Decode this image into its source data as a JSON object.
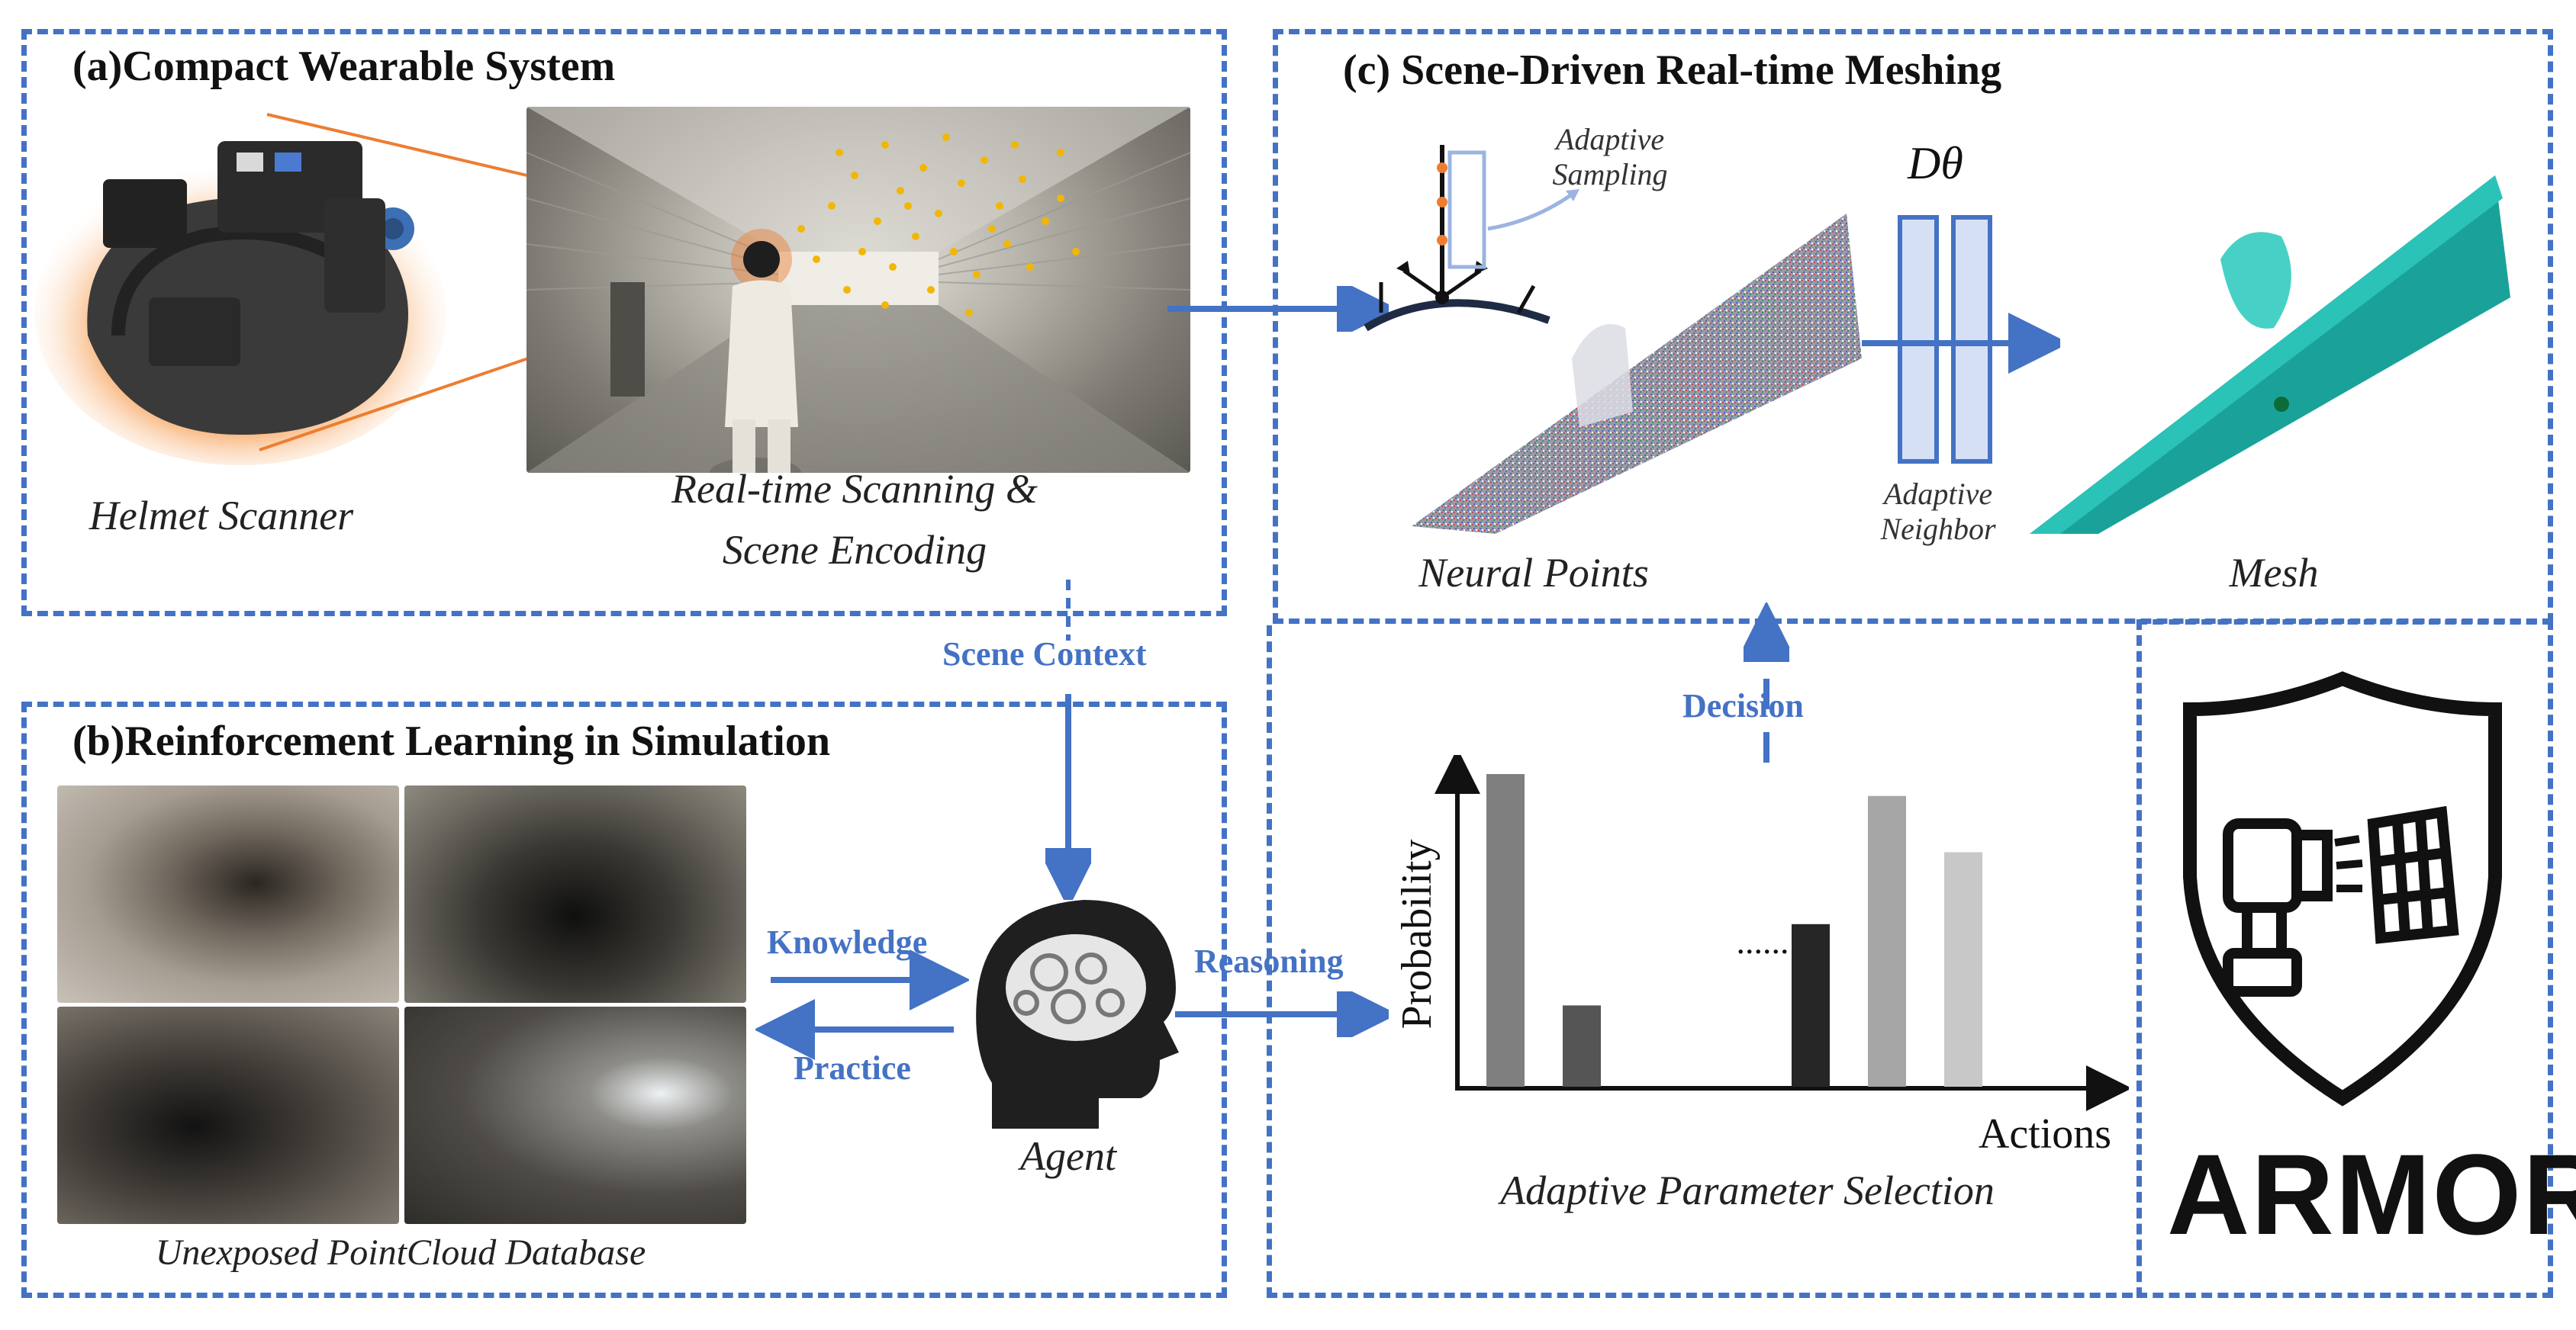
{
  "panels": {
    "a": {
      "title": "(a)Compact Wearable System",
      "helmet_caption": "Helmet Scanner",
      "scan_caption_line1": "Real-time Scanning &",
      "scan_caption_line2": "Scene Encoding"
    },
    "b": {
      "title": "(b)Reinforcement Learning in Simulation",
      "database_caption": "Unexposed PointCloud Database",
      "knowledge_label": "Knowledge",
      "practice_label": "Practice",
      "agent_caption": "Agent"
    },
    "c": {
      "title": "(c) Scene-Driven Real-time Meshing",
      "adaptive_sampling_line1": "Adaptive",
      "adaptive_sampling_line2": "Sampling",
      "decoder_symbol": "Dθ",
      "adaptive_neighbor_line1": "Adaptive",
      "adaptive_neighbor_line2": "Neighbor",
      "neural_points_caption": "Neural Points",
      "mesh_caption": "Mesh"
    }
  },
  "flow": {
    "scene_context_label": "Scene Context",
    "reasoning_label": "Reasoning",
    "decision_label": "Decision"
  },
  "chart_data": {
    "type": "bar",
    "ylabel": "Probability",
    "xlabel": "Actions",
    "title": "Adaptive Parameter Selection",
    "ellipsis": "......",
    "values": [
      1.0,
      0.26,
      0.52,
      0.93,
      0.75
    ],
    "bar_colors": [
      "#7f7f7f",
      "#555555",
      "#262626",
      "#a6a6a6",
      "#c8c8c8"
    ]
  },
  "logo": {
    "text": "ARMOR"
  },
  "colors": {
    "accent": "#4472C4"
  }
}
